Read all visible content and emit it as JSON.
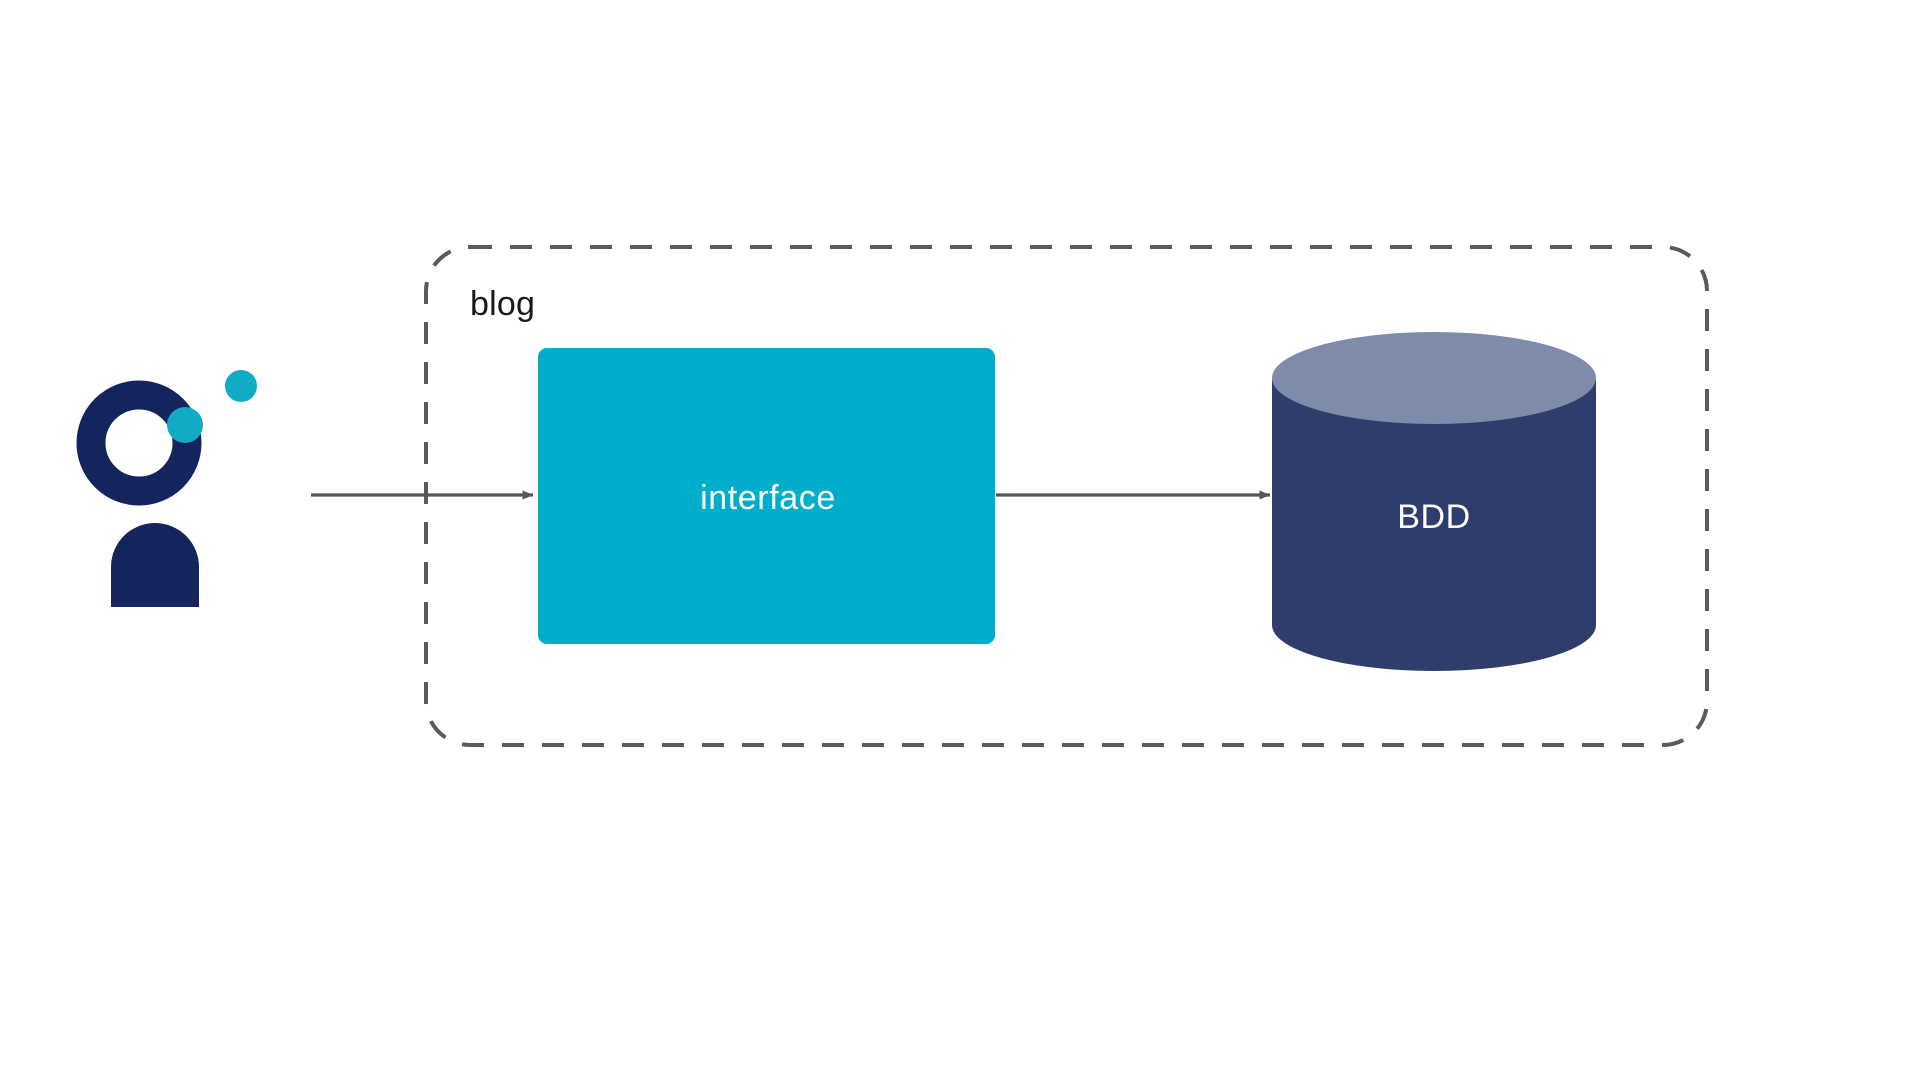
{
  "diagram": {
    "type": "architecture-context-diagram",
    "background_color": "#ffffff",
    "actor": {
      "name": "user-actor",
      "icon": "person-icon",
      "label": "",
      "colors": {
        "primary": "#14245c",
        "accent": "#12abc6"
      }
    },
    "boundary": {
      "name": "system-boundary",
      "label": "blog",
      "style": "dashed-rounded-rectangle",
      "stroke_color": "#5a5a5a"
    },
    "nodes": [
      {
        "id": "interface",
        "name": "interface-component",
        "label": "interface",
        "shape": "rectangle",
        "fill_color": "#00aecb",
        "text_color": "#ffffff"
      },
      {
        "id": "bdd",
        "name": "bdd-database",
        "label": "BDD",
        "shape": "cylinder",
        "fill_color": "#2e3d6b",
        "top_color": "#7e8bab",
        "text_color": "#ffffff"
      }
    ],
    "edges": [
      {
        "id": "actor-to-interface",
        "name": "arrow-actor-to-interface",
        "from": "user-actor",
        "to": "interface",
        "label": "",
        "stroke_color": "#555555",
        "arrowhead": "solid"
      },
      {
        "id": "interface-to-bdd",
        "name": "arrow-interface-to-bdd",
        "from": "interface",
        "to": "bdd",
        "label": "",
        "stroke_color": "#555555",
        "arrowhead": "solid"
      }
    ]
  }
}
